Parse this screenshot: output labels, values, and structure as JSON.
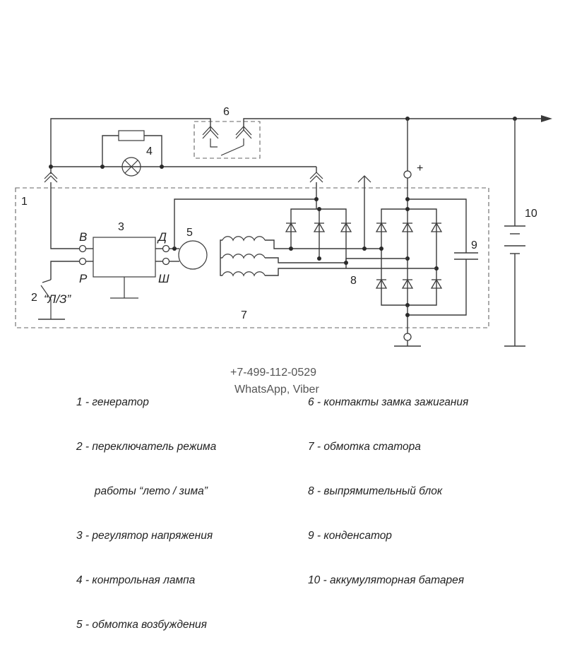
{
  "labels": {
    "n1": "1",
    "n2": "2",
    "n3": "3",
    "n4": "4",
    "n5": "5",
    "n6": "6",
    "n7": "7",
    "n8": "8",
    "n9": "9",
    "n10": "10",
    "plus": "+",
    "switch_mode": "“Л/З”"
  },
  "pins": {
    "b": "В",
    "r": "Р",
    "d": "Д",
    "sh": "Ш"
  },
  "legend_left": [
    "1 - генератор",
    "2 - переключатель режима",
    "      работы “лето / зима”",
    "3 - регулятор напряжения",
    "4 - контрольная лампа",
    "5 - обмотка возбуждения"
  ],
  "legend_right": [
    "6 - контакты замка зажигания",
    "7 - обмотка статора",
    "8 - выпрямительный блок",
    "9 - конденсатор",
    "10 - аккумуляторная батарея"
  ],
  "watermark": {
    "phone": "+7-499-112-0529",
    "apps": "WhatsApp, Viber"
  }
}
